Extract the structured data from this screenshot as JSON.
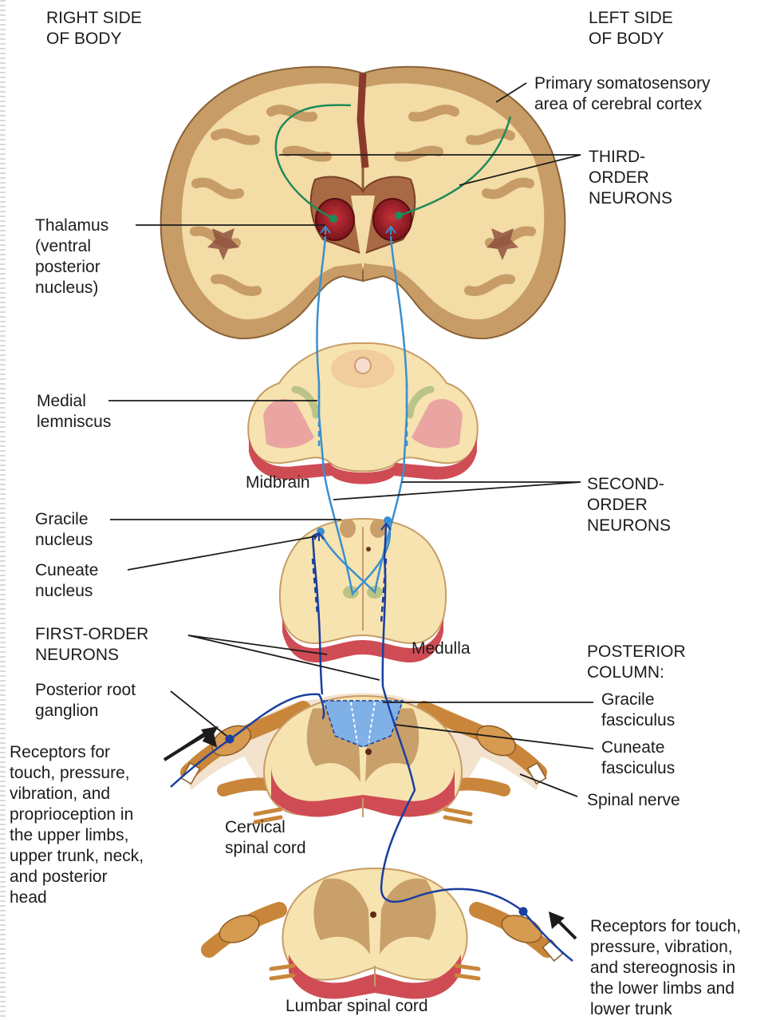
{
  "labels": {
    "right_side": "RIGHT SIDE\nOF BODY",
    "left_side": "LEFT SIDE\nOF BODY",
    "somatosensory": "Primary somatosensory\narea of cerebral cortex",
    "third_order": "THIRD-\nORDER\nNEURONS",
    "thalamus": "Thalamus\n(ventral\nposterior\nnucleus)",
    "medial_lemniscus": "Medial\nlemniscus",
    "midbrain": "Midbrain",
    "second_order": "SECOND-\nORDER\nNEURONS",
    "gracile_nucleus": "Gracile\nnucleus",
    "cuneate_nucleus": "Cuneate\nnucleus",
    "first_order": "FIRST-ORDER\nNEURONS",
    "medulla": "Medulla",
    "posterior_column": "POSTERIOR\nCOLUMN:",
    "posterior_root_ganglion": "Posterior root\nganglion",
    "gracile_fasciculus": "Gracile\nfasciculus",
    "cuneate_fasciculus": "Cuneate\nfasciculus",
    "receptors_upper": "Receptors for\ntouch, pressure,\nvibration, and\nproprioception in\nthe upper limbs,\nupper trunk, neck,\nand posterior\nhead",
    "spinal_nerve": "Spinal nerve",
    "cervical": "Cervical\nspinal cord",
    "lumbar": "Lumbar spinal cord",
    "receptors_lower": "Receptors for touch,\npressure, vibration,\nand stereognosis in\nthe lower limbs and\nlower trunk"
  },
  "colors": {
    "tissue": "#f6e3b0",
    "gray_matter": "#c9a06a",
    "sulcus": "#8a5a3a",
    "red_tissue": "#d2525a",
    "thalamus": "#a8232b",
    "first_order_neuron": "#1a3fa0",
    "second_order_neuron": "#3a8fd0",
    "third_order_neuron": "#1f8a5a",
    "column_fill": "#7fb0e6",
    "nerve": "#d08a3a"
  }
}
